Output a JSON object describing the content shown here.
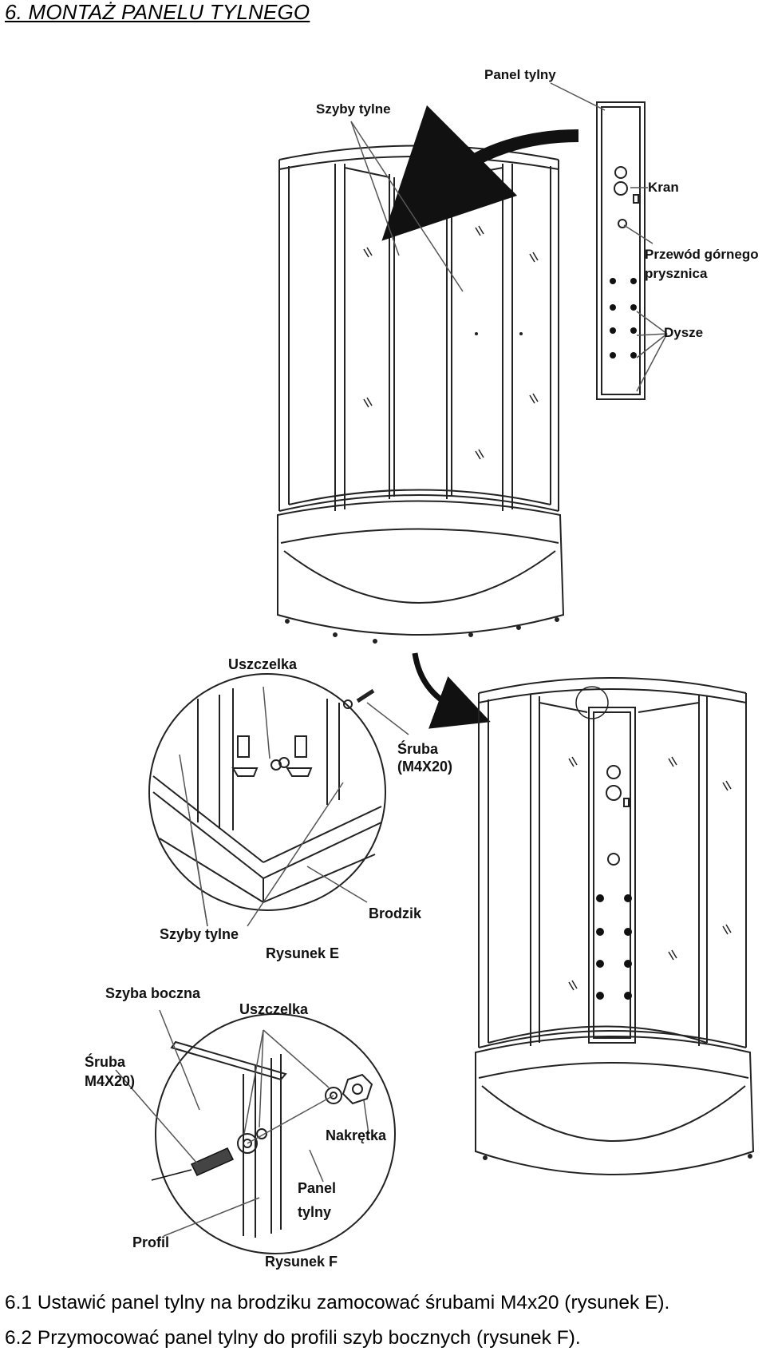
{
  "heading": "6. MONTAŻ  PANELU TYLNEGO",
  "labels": {
    "panel_tylny": "Panel tylny",
    "szyby_tylne_top": "Szyby tylne",
    "kran": "Kran",
    "przewod_1": "Przewód górnego",
    "przewod_2": "prysznica",
    "dysze": "Dysze",
    "uszczelka_e": "Uszczelka",
    "sruba_e_1": "Śruba",
    "sruba_e_2": "(M4X20)",
    "brodzik": "Brodzik",
    "szyby_tylne_e": "Szyby tylne",
    "rysunek_e": "Rysunek E",
    "szyba_boczna": "Szyba boczna",
    "uszczelka_f": "Uszczelka",
    "sruba_f_1": "Śruba",
    "sruba_f_2": "M4X20)",
    "nakretka": "Nakrętka",
    "panel_f_1": "Panel",
    "panel_f_2": "tylny",
    "profil": "Profil",
    "rysunek_f": "Rysunek F"
  },
  "instructions": [
    "6.1 Ustawić panel tylny na brodziku zamocować śrubami M4x20 (rysunek E).",
    "6.2 Przymocować panel tylny do profili szyb bocznych (rysunek F)."
  ]
}
